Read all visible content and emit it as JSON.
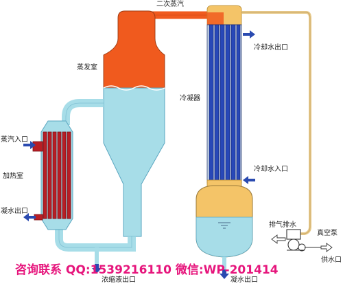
{
  "labels": {
    "secondary_steam": "二次蒸汽",
    "evaporation_chamber": "蒸发室",
    "cooling_water_outlet": "冷却水出口",
    "condenser": "冷凝器",
    "steam_inlet": "蒸汽入口",
    "heating_chamber": "加热室",
    "condensate_outlet": "凝水出口",
    "cooling_water_inlet": "冷却水入口",
    "exhaust_drain": "排气排水",
    "vacuum_pump": "真空泵",
    "water_supply_outlet": "供水口",
    "concentrate_outlet": "浓缩液出口",
    "condensed_water_outlet": "凝水出口"
  },
  "contact": "咨询联系 QQ:1539216110 微信:WP-201414",
  "colors": {
    "steam": "#f05a1e",
    "liquid": "#a7dde8",
    "liquid_edge": "#5aa6c0",
    "cooling": "#f4c468",
    "heat_tube": "#b81e25",
    "cond_tube": "#2848b8",
    "arrow": "#2a4ab0",
    "contact": "#e6157c"
  }
}
